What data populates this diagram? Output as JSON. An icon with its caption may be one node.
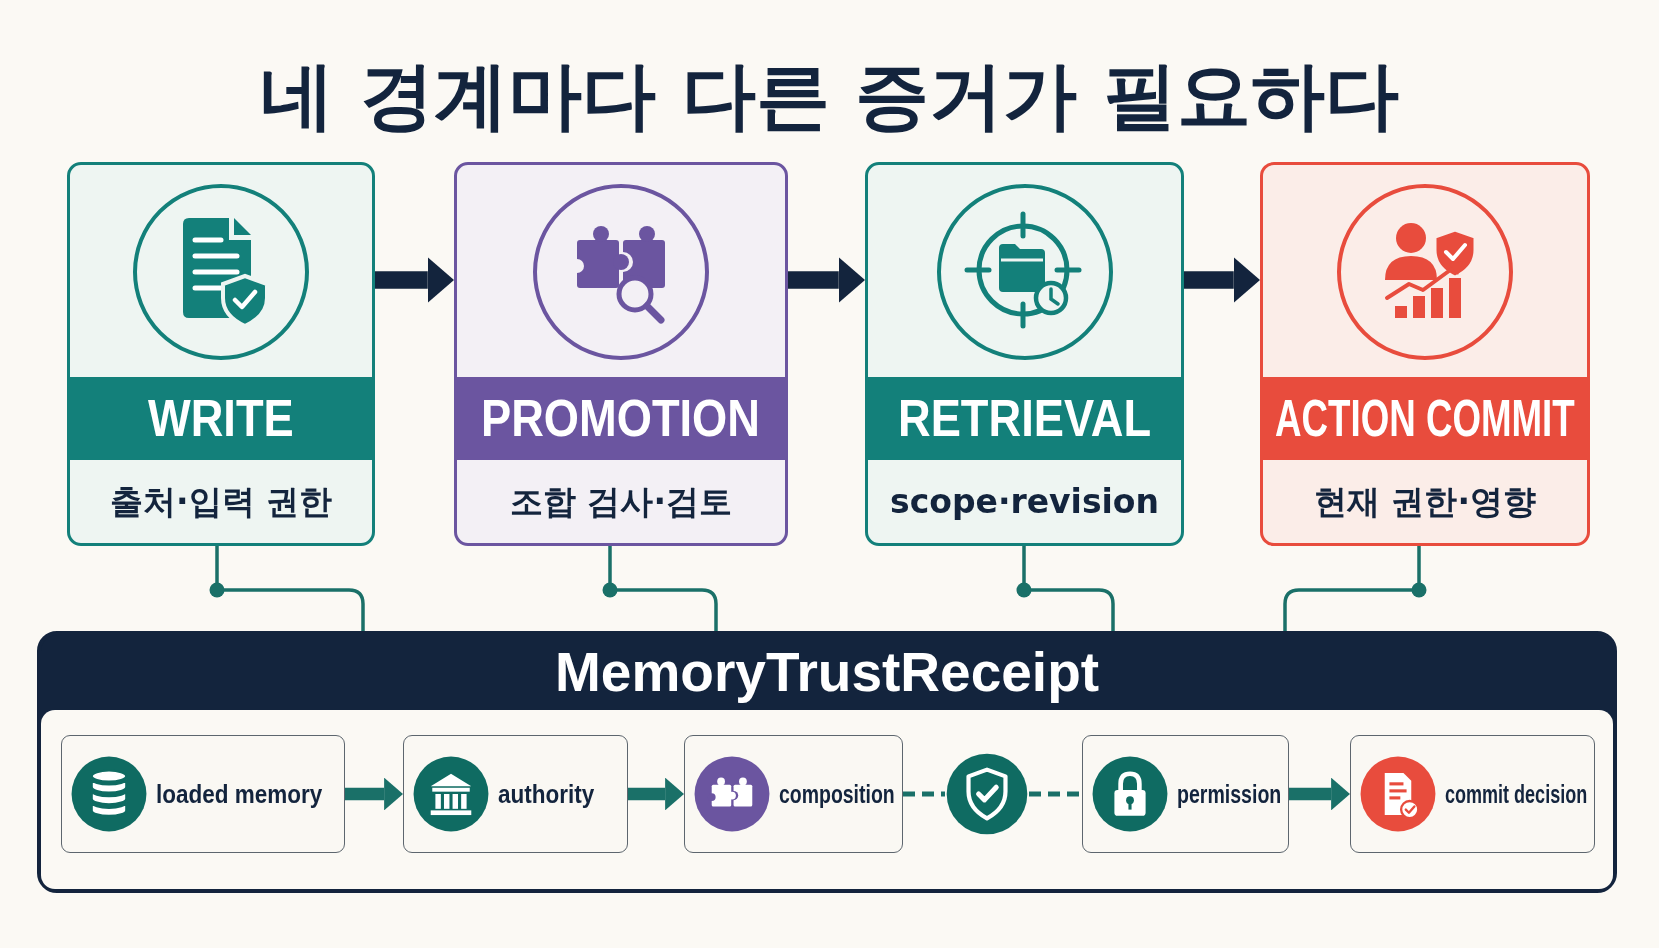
{
  "diagram": {
    "title": "네 경계마다 다른 증거가 필요하다",
    "nodes": [
      {
        "text": [
          "WRITE",
          "출처·입력 권한"
        ]
      },
      {
        "text": [
          "PROMOTION",
          "조합 검사·검토"
        ]
      },
      {
        "text": [
          "RETRIEVAL",
          "scope·revision"
        ]
      },
      {
        "text": [
          "ACTION COMMIT",
          "현재 권한·영향"
        ]
      },
      {
        "text": [
          "MemoryTrustReceipt"
        ]
      },
      {
        "text": [
          "loaded memory"
        ],
        "in": 4
      },
      {
        "text": [
          "authority"
        ],
        "in": 4
      },
      {
        "text": [
          "composition"
        ],
        "in": 4
      },
      {
        "text": [],
        "shape": "circle",
        "in": 4
      },
      {
        "text": [
          "permission"
        ],
        "in": 4
      },
      {
        "text": [
          "commit decision"
        ],
        "in": 4
      }
    ],
    "edges": [
      {
        "from": 0,
        "to": 1,
        "arrow": "to",
        "style": "thick",
        "color": "#13243d"
      },
      {
        "from": 1,
        "to": 2,
        "arrow": "to",
        "style": "thick",
        "color": "#13243d"
      },
      {
        "from": 2,
        "to": 3,
        "arrow": "to",
        "style": "thick",
        "color": "#13243d"
      },
      {
        "from": 0,
        "to": 4,
        "arrow": "none"
      },
      {
        "from": 1,
        "to": 4,
        "arrow": "none"
      },
      {
        "from": 2,
        "to": 4,
        "arrow": "none"
      },
      {
        "from": 3,
        "to": 4,
        "arrow": "none"
      },
      {
        "from": 5,
        "to": 6,
        "arrow": "to",
        "style": "thick"
      },
      {
        "from": 6,
        "to": 7,
        "arrow": "to",
        "style": "thick"
      },
      {
        "from": 7,
        "to": 8,
        "arrow": "none",
        "style": "dashed"
      },
      {
        "from": 8,
        "to": 9,
        "arrow": "none",
        "style": "dashed"
      },
      {
        "from": 9,
        "to": 10,
        "arrow": "to",
        "style": "thick"
      }
    ]
  }
}
